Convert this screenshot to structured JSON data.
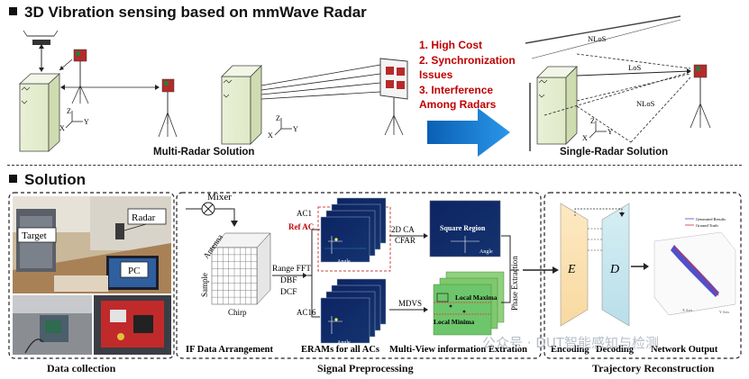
{
  "top": {
    "title": "3D Vibration sensing based on mmWave Radar",
    "multi_caption": "Multi-Radar Solution",
    "single_caption": "Single-Radar Solution",
    "issues": [
      "1. High Cost",
      "2. Synchronization",
      "Issues",
      "3. Interference",
      "Among Radars"
    ],
    "paths": {
      "nlos": "NLoS",
      "los": "LoS"
    },
    "axes": {
      "z": "Z",
      "x": "X",
      "y": "Y"
    }
  },
  "solution": {
    "title": "Solution",
    "photo": {
      "target": "Target",
      "radar": "Radar",
      "pc": "PC"
    },
    "data_collection": "Data collection",
    "signal": {
      "mixer": "Mixer",
      "antenna": "Antenna",
      "sample": "Sample",
      "chirp": "Chirp",
      "range_fft": "Range FFT",
      "dbf": "DBF",
      "dcf": "DCF",
      "ac1": "AC1",
      "ref_ac": "Ref AC",
      "ac16": "AC16",
      "angle": "Angle",
      "cfar1": "2D CA",
      "cfar2": "CFAR",
      "mdvs": "MDVS",
      "square_region": "Square Region",
      "local_maxima": "Local Maxima",
      "local_minima": "Local Minima",
      "phase_extraction": "Phase Extraction",
      "if_caption": "IF Data Arrangement",
      "eram_caption": "ERAMs for all ACs",
      "mv_caption": "Multi-View information Extration",
      "section_caption": "Signal Preprocessing"
    },
    "trajectory": {
      "enc": "E",
      "dec": "D",
      "encoding": "Encoding",
      "decoding": "Decoding",
      "network_output": "Network Output",
      "legend_generated": "Generated Results",
      "legend_ground": "Ground Truth",
      "section_caption": "Trajectory Reconstruction"
    },
    "watermark": "公众号 · DUT智能感知与检测"
  },
  "colors": {
    "issue_red": "#c00000",
    "arrow_blue": "#1f7fd6",
    "encoder_fill": "#fbe3b5",
    "decoder_fill": "#c9e6ee",
    "radar_map_bg": "#0b1d4d",
    "green_map": "#6dc66b"
  }
}
